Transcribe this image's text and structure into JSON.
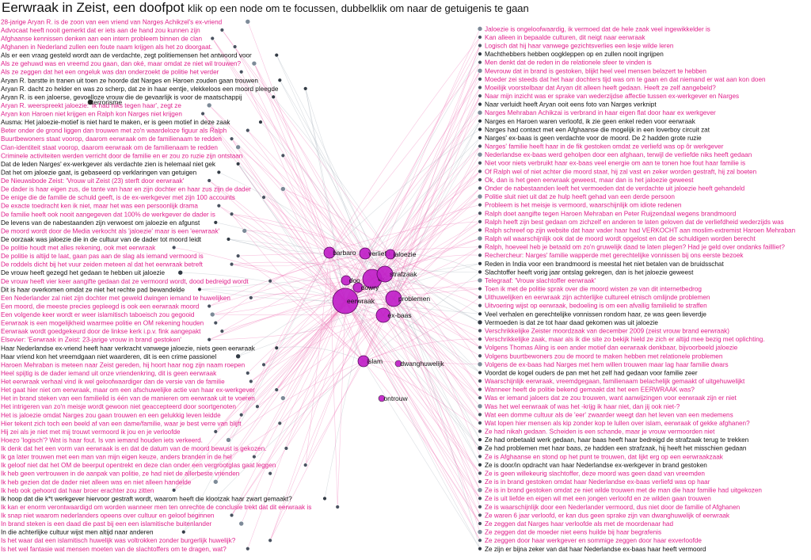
{
  "header": {
    "title": "Eerwraak in Zeist, een doofpot",
    "subtitle": "klik op een node om te focussen, dubbelklik om naar de getuigenis te gaan"
  },
  "colors": {
    "accent_pink": "#e0208c",
    "hub_purple": "#c020c8",
    "edge_pink": "#f07ab8",
    "edge_grey": "#98a4b0",
    "node_grey": "#556070",
    "text_black": "#111111"
  },
  "hubs": [
    {
      "label": "eerwraak",
      "size": 16
    },
    {
      "label": "ex-",
      "size": 12
    },
    {
      "label": "strafzaak",
      "size": 10
    },
    {
      "label": "problemen",
      "size": 10
    },
    {
      "label": "barbaro",
      "size": 7
    },
    {
      "label": "verliefd",
      "size": 7
    },
    {
      "label": "jaloezie",
      "size": 6
    },
    {
      "label": "ex-baas",
      "size": 9
    },
    {
      "label": "dowry",
      "size": 6
    },
    {
      "label": "islam",
      "size": 7
    },
    {
      "label": "dwanghuwelijk",
      "size": 4
    },
    {
      "label": "ontrouw",
      "size": 4
    },
    {
      "label": "doo",
      "size": 6
    },
    {
      "label": "terrorisme",
      "size": 3
    }
  ],
  "left_items": [
    {
      "text": "28-jarige Aryan R. is de zoon van een vriend van Narges Achikzel's ex-vriend",
      "pink": true
    },
    {
      "text": "Advocaat heeft nooit gemerkt dat er iets aan de hand zou kunnen zijn",
      "pink": true
    },
    {
      "text": "Afghaanse kennissen denken aan een intern probleem binnen de clan",
      "pink": true
    },
    {
      "text": "Afghanen in Nederland zullen een foute naam krijgen als het zo doorgaat.",
      "pink": true
    },
    {
      "text": "Als er een vraag gesteld wordt aan de verdachte, zegt politiemensen het antwoord voor",
      "pink": false
    },
    {
      "text": "Als ze gehuwd was en vreemd zou gaan, dan oké, maar omdat ze niet wil trouwen?",
      "pink": true
    },
    {
      "text": "Als ze zeggen dat het een ongeluk was dan onderzoekt de politie het verder",
      "pink": true
    },
    {
      "text": "Aryan R. barstte in tranen uit toen ze hoorde dat Narges en Haroen zouden gaan trouwen",
      "pink": false
    },
    {
      "text": "Aryan R. dacht zo helder en was zo scherp, dat ze in haar eentje, vlekkeloos een moord pleegde",
      "pink": false
    },
    {
      "text": "Aryan R. is een jaloerse, gevoelloze vrouw die de gevaarlijk is voor de maatschappij",
      "pink": false
    },
    {
      "text": "Aryan R. weerspreekt jaloezie: 'Ik had niks tegen haar', zegt ze",
      "pink": true
    },
    {
      "text": "Aryan kon Haroen niet krijgen en Ralph kon Narges niet krijgen",
      "pink": true
    },
    {
      "text": "Ausma: Het jaloezie-motief is niet hard te maken, er is geen motief in deze zaak",
      "pink": false
    },
    {
      "text": "Beter onder de grond liggen dan trouwen met zo'n waardeloze figuur als Ralph",
      "pink": true
    },
    {
      "text": "Buurtbewoners staat voorop, daarom eerwraak om de familienaam te redden",
      "pink": true
    },
    {
      "text": "Clan-identiteit staat voorop, daarom eerwraak om de familienaam te redden",
      "pink": true
    },
    {
      "text": "Criminele activiteiten werden verricht door de familie en er zou zo ruzie zijn ontstaan",
      "pink": true
    },
    {
      "text": "Dat de leden Narges' ex-werkgever als verdachte zien is helemaal niet gek",
      "pink": false
    },
    {
      "text": "Dat het om jaloezie gaat, is gebaseerd op verklaringen van getuigen",
      "pink": false
    },
    {
      "text": "De Nieuwsbode Zeist: 'Vrouw uit Zeist (23) sterft door eerwraak'",
      "pink": true
    },
    {
      "text": "De dader is haar eigen zus, de tante van haar en zijn dochter en haar zus zijn de dader",
      "pink": true
    },
    {
      "text": "De enige die de familie de schuld geeft, is de ex-werkgever met zijn 100 accounts",
      "pink": true
    },
    {
      "text": "De exacte toedracht ken ik niet, maar het was een persoonlijk drama",
      "pink": true
    },
    {
      "text": "De familie heeft ook nooit aangegeven dat 100% de werkgever de dader is",
      "pink": true
    },
    {
      "text": "De levens van de nabestaanden zijn verwoest om jaloezie en afgunst",
      "pink": false
    },
    {
      "text": "De moord wordt door de Media verkocht als 'jaloezie' maar is een 'eerwraak'",
      "pink": true
    },
    {
      "text": "De oorzaak was jaloezie die in de cultuur van de dader tot moord leidt",
      "pink": false
    },
    {
      "text": "De politie houdt met alles rekening, ook met eerwraak",
      "pink": true
    },
    {
      "text": "De politie is altijd te laat, gaan pas aan de slag als iemand vermoord is",
      "pink": true
    },
    {
      "text": "De roddels dicht bij het vuur zeiden meteen al dat het eerwraak betreft",
      "pink": true
    },
    {
      "text": "De vrouw heeft gezegd het gedaan te hebben uit jaloezie",
      "pink": false
    },
    {
      "text": "De vrouw heeft vier keer aangifte gedaan dat ze vermoord wordt, dood bedreigd wordt",
      "pink": true
    },
    {
      "text": "Dit is haar overkomen omdat ze niet het rechte pad bewandelde",
      "pink": false
    },
    {
      "text": "Een Nederlander zal niet zijn dochter met geweld dwingen iemand te huwelijken",
      "pink": true
    },
    {
      "text": "Een moord, die meeste precies gepleegd is ook een eerwraak moord",
      "pink": true
    },
    {
      "text": "Een volgende keer wordt er weer islamitisch taboeisch zou gegooid",
      "pink": true
    },
    {
      "text": "Eerwraak is een mogelijkheid waarmee politie en OM rekening houden",
      "pink": true
    },
    {
      "text": "Eerwraak wordt goedgekeurd door de linkse kerk i.p.v. fink aangepakt",
      "pink": true
    },
    {
      "text": "Elsevier: 'Eerwraak in Zeist: 23-jarige vrouw in brand gestoken'",
      "pink": true
    },
    {
      "text": "Haar Nederlandse ex-vriend heeft haar verkracht vanwege jaloezie, niets geen eerwraak",
      "pink": false
    },
    {
      "text": "Haar vriend kon het vreemdgaan niet waarderen, dit is een crime passionel",
      "pink": false
    },
    {
      "text": "Haroen Mehraban is meteen naar Zeist gereden, hij hoort haar nog zijn naam roepen",
      "pink": true
    },
    {
      "text": "Heel spijtig is de dader iemand uit onze vriendenkring, dit is geen eerwraak",
      "pink": true
    },
    {
      "text": "Het eerwraak verhaal vind ik wel geloofwaardiger dan de versie van de familie",
      "pink": true
    },
    {
      "text": "Het gaat hier niet om eerwraak, maar om een afschuwelijke actie van haar ex-werkgever",
      "pink": true
    },
    {
      "text": "Het in brand steken van een familielid is één van de manieren om eerwraak uit te voeren",
      "pink": true
    },
    {
      "text": "Het intrigeren van zo'n meisje wordt gewoon niet geaccepteerd door soortgenoten",
      "pink": true
    },
    {
      "text": "Het is jaloezie omdat Narges zou gaan trouwen en een gelukkig leven leidde",
      "pink": true
    },
    {
      "text": "Hier tekent zich toch een beeld af van een dame/familie, waar je best verre van blijft",
      "pink": true
    },
    {
      "text": "Hij zei als je niet met mij trouwt vermoord ik jou en je verloofde",
      "pink": true
    },
    {
      "text": "Hoezo 'logisch'? Wat is haar fout. Is van iemand houden iets verkeerd.",
      "pink": true
    },
    {
      "text": "Ik denk dat het een vorm van eerwraak is en dat de datum van de moord bewust is gekozen.",
      "pink": true
    },
    {
      "text": "Ik ga later trouwen met een man van mijn eigen keuze, anders branden in de hel",
      "pink": true
    },
    {
      "text": "Ik geloof niet dat het OM de beerput opentrekt en deze clan onder een vergrootglas gaat leggen",
      "pink": true
    },
    {
      "text": "Ik heb geen vertrouwen in de aanpak van politie, ze had niet de allerbeste vrienden",
      "pink": true
    },
    {
      "text": "Ik heb gezien dat de dader niet alleen was en niet alleen handelde",
      "pink": true
    },
    {
      "text": "Ik heb ook gehoord dat haar broer erachter zou zitten",
      "pink": true
    },
    {
      "text": "Ik hoop dat die k*t werkgever hiervoor gestraft wordt, waarom heeft die klootzak haar zwart gemaakt?",
      "pink": false
    },
    {
      "text": "Ik kan er enorm verontwaardigd om worden wanneer men ten onrechte de conclusie trekt dat dit eerwraak is",
      "pink": true
    },
    {
      "text": "Ik snap niet waarom nederlanders opeens over cultuur en geloof beginnen",
      "pink": true
    },
    {
      "text": "In brand steken is een daad die past bij een een islamitische buitenlander",
      "pink": true
    },
    {
      "text": "In die achterlijke cultuur wijst men altijd naar anderen",
      "pink": false
    },
    {
      "text": "Is het waar dat een islamitisch huwelijk was voltrokken zonder burgerlijk huwelijk?",
      "pink": true
    },
    {
      "text": "Is het wel fantasie wat mensen moeten van de slachtoffers om te dragen, wat?",
      "pink": true
    }
  ],
  "right_items": [
    {
      "text": "Jaloezie is ongeloofwaardig, ik vermoed dat de hele zaak veel ingewikkelder is",
      "pink": true
    },
    {
      "text": "Kan alleen in bepaalde culturen, dit neigt naar eerwraak",
      "pink": true
    },
    {
      "text": "Logisch dat hij haar vanwege gezichtsverlies een lesje wilde leren",
      "pink": true
    },
    {
      "text": "Machthebbers hebben oogkleppen op en zullen nooit ingrijpen",
      "pink": false
    },
    {
      "text": "Men denkt dat de reden in de relationele sfeer te vinden is",
      "pink": true
    },
    {
      "text": "Mevrouw dat in brand is gestoken, blijkt heel veel mensen belazert te hebben",
      "pink": true
    },
    {
      "text": "Moeder zei steeds dat het haar dochters tijd was om te gaan en dat niemand er wat aan kon doen",
      "pink": true
    },
    {
      "text": "Moeilijk voorstelbaar dat Aryan dit alleen heeft gedaan. Heeft ze zelf aangebeld?",
      "pink": true
    },
    {
      "text": "Naar mijn inzicht was er sprake van wederzijdse affectie tussen ex-werkgever en Narges",
      "pink": true
    },
    {
      "text": "Naar verluidt heeft Aryan ooit eens foto van Narges verknipt",
      "pink": false
    },
    {
      "text": "Narges Mehraban Achikzai is verbrand in haar eigen flat door haar ex werkgever",
      "pink": true
    },
    {
      "text": "Narges en Haroen waren verloofd, ik zie geen enkel reden voor eerwraak",
      "pink": false
    },
    {
      "text": "Narges had contact met een Afghaanse die mogelijk in een loverboy circuit zat",
      "pink": false
    },
    {
      "text": "Narges' ex-baas is geen verdachte voor de moord. De 2 hadden grote ruzie",
      "pink": false
    },
    {
      "text": "Narges' familie heeft haar in de fik gestoken omdat ze verliefd was op ôr werkgever",
      "pink": true
    },
    {
      "text": "Nederlandse ex-baas werd geholpen door een afghaan, terwijl de verliefde niks heeft gedaan",
      "pink": true
    },
    {
      "text": "Niet voor niets verbruikt haar ex-baas veel energie om aan te tonen hoe fout haar familie is",
      "pink": true
    },
    {
      "text": "Of Ralph wel of niet achter die moord staat, hij zal vast en zeker worden gestraft, hij zal boeten",
      "pink": true
    },
    {
      "text": "Ok, dan is het geen eerwraak geweest, maar dan is het jaloezie geweest",
      "pink": true
    },
    {
      "text": "Onder de nabestaanden leeft het vermoeden dat de verdachte uit jaloezie heeft gehandeld",
      "pink": true
    },
    {
      "text": "Politie sluit niet uit dat ze hulp heeft gehad van een derde persoon",
      "pink": true
    },
    {
      "text": "Probleem is het meisje is vermoord, waarschijnlijk om idiote redenen",
      "pink": true
    },
    {
      "text": "Ralph doet aangifte tegen Haroen Mehraban en Peter Ruijzendaal wegens brandmoord",
      "pink": true
    },
    {
      "text": "Ralph heeft zijn best gedaan om zichzelf en anderen te laten geloven dat de verliefdheid wederzijds was",
      "pink": true
    },
    {
      "text": "Ralph schreef op zijn website dat haar vader haar had VERKOCHT aan moslim-extremist Haroen Mehraban",
      "pink": true
    },
    {
      "text": "Ralph wil waarschijnlijk ook dat de moord wordt opgelost en dat de schuldigen worden berecht",
      "pink": true
    },
    {
      "text": "Ralph, hoeveel heb je betaald om zo'n gruwelijk daad te laten plegen? Had je geld over ondanks faillliet?",
      "pink": true
    },
    {
      "text": "Rechercheur: Narges' familie wapperde met gerechtelijke vonnissen bij ons eerste bezoek",
      "pink": true
    },
    {
      "text": "Reden in India voor een brandmoord is meestal het niet betalen van de bruidsschat",
      "pink": false
    },
    {
      "text": "Slachtoffer heeft vorig jaar ontslag gekregen, dan is het jaloezie geweest",
      "pink": false
    },
    {
      "text": "Telegraaf: 'Vrouw slachtoffer eerwraak'",
      "pink": true
    },
    {
      "text": "Toen ik met de politie sprak over die moord wisten ze van dit internetbedrog",
      "pink": true
    },
    {
      "text": "Uithuwelijken en eerwraak zijn achterlijke cultureel etnisch omlijnde problemen",
      "pink": true
    },
    {
      "text": "Uitvoering wijst op eerwraak, bedoeling is om een afvallig familielid te straffen",
      "pink": true
    },
    {
      "text": "Veel verhalen en gerechtelijke vonnissen rondom haar, ze was geen lieverdje",
      "pink": false
    },
    {
      "text": "Vermoeden is dat ze tot haar daad gekomen was uit jaloezie",
      "pink": false
    },
    {
      "text": "Verschrikkelijke Zeister moordzaak van december 2009 (zeist vrouw brand eerwraak)",
      "pink": true
    },
    {
      "text": "Verschrikkelijke zaak, maar als ik die site zo bekijk hield ze zich er altijd mee bezig met oplichting.",
      "pink": true
    },
    {
      "text": "Volgens Thomas Aling is een ander motief dan eerwraak denkbaar, bijvoorbeeld jaloezie",
      "pink": true
    },
    {
      "text": "Volgens buurtbewoners zou de moord te maken hebben met relationele problemen",
      "pink": true
    },
    {
      "text": "Volgens de ex-baas had Narges met hem willen trouwen maar lag haar familie dwars",
      "pink": true
    },
    {
      "text": "Voordat de kogel ouders de pan met het zelf had gedaan voor familie zeer",
      "pink": false
    },
    {
      "text": "Waarschijnlijk eerwraak, vreemdgegaan, familienaam belachelijk gemaakt of uitgehuwelijkt",
      "pink": true
    },
    {
      "text": "Wanneer heeft de politie bekend gemaakt dat het een EERWRAAK was?",
      "pink": true
    },
    {
      "text": "Was er iemand jaloers dat ze zou trouwen, want aanwijzingen voor eerwraak zijn er niet",
      "pink": true
    },
    {
      "text": "Was het wel eerwraak of was het -krijg ik haar niet, dan jij ook niet-?",
      "pink": true
    },
    {
      "text": "Wat een domme cultuur als de 'eer' zwaarder weegt dan het leven van een medemens",
      "pink": true
    },
    {
      "text": "Wat lopen hier mensen als kip zonder kop te lullen over islam, eerwraak of gekke afghanen?",
      "pink": true
    },
    {
      "text": "Ze had nikah gedaan. Scheiden is een schande, maar je vrouw vermoorden niet",
      "pink": true
    },
    {
      "text": "Ze had onbetaald werk gedaan, haar baas heeft haar bedreigd de strafzaak terug te trekken",
      "pink": false
    },
    {
      "text": "Ze had problemen met haar baas, ze hadden een strafzaak, hij heeft het misschien gedaan",
      "pink": false
    },
    {
      "text": "Ze is Afghaanse en stond op het punt te trouwen, dat lijkt erg op een eerwraakzaak",
      "pink": true
    },
    {
      "text": "Ze is door/in opdracht van haar Nederlandse ex-werkgever in brand gestoken",
      "pink": false
    },
    {
      "text": "Ze is geen willekeurig slachtoffer, deze moord was geen daad van vreemden",
      "pink": true
    },
    {
      "text": "Ze is in brand gestoken omdat haar Nederlandse ex-baas verliefd was op haar",
      "pink": true
    },
    {
      "text": "Ze is in brand gestoken omdat ze niet wilde trouwen met de man die haar familie had uitgekozen",
      "pink": true
    },
    {
      "text": "Ze is uit liefde en eigen wil met een jongen verloofd en ze wilden gaan trouwen",
      "pink": true
    },
    {
      "text": "Ze is waarschijnlijk door een Nederlander vermoord, dus niet door de familie of Afghanen",
      "pink": true
    },
    {
      "text": "Ze waren 6 jaar verloofd, er kan dus geen sprake zijn van dwanghuwelijk of eerwraak",
      "pink": true
    },
    {
      "text": "Ze zeggen dat Narges haar verloofde als met de moordenaar had",
      "pink": true
    },
    {
      "text": "Ze zeggen dat de moeder niet eens huilde bij haar begrafenis",
      "pink": true
    },
    {
      "text": "Ze zeggen door haar werkgever en sommige zeggen door haar exverloofde",
      "pink": true
    },
    {
      "text": "Ze zijn er bijna zeker van dat haar Nederlandse ex-baas haar heeft vermoord",
      "pink": false
    }
  ]
}
